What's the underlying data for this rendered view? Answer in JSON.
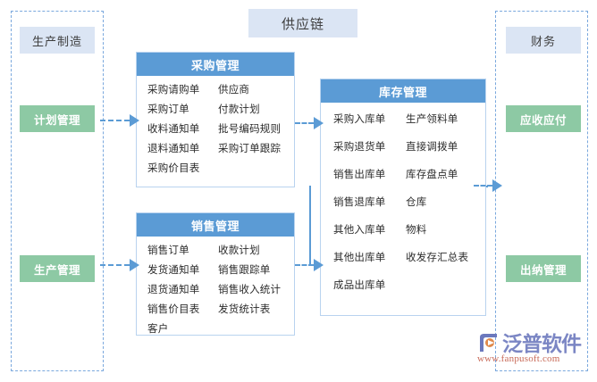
{
  "diagram": {
    "title": "供应链",
    "groups": {
      "production": {
        "label": "生产制造"
      },
      "finance": {
        "label": "财务"
      }
    },
    "green_modules": {
      "plan_management": "计划管理",
      "production_management": "生产管理",
      "receivable_payable": "应收应付",
      "cashier_management": "出纳管理"
    },
    "panels": {
      "purchase": {
        "header": "采购管理",
        "items": [
          "采购请购单",
          "供应商",
          "采购订单",
          "付款计划",
          "收料通知单",
          "批号编码规则",
          "退料通知单",
          "采购订单跟踪",
          "采购价目表",
          ""
        ]
      },
      "sales": {
        "header": "销售管理",
        "items": [
          "销售订单",
          "收款计划",
          "发货通知单",
          "销售跟踪单",
          "退货通知单",
          "销售收入统计",
          "销售价目表",
          "发货统计表",
          "客户",
          ""
        ]
      },
      "inventory": {
        "header": "库存管理",
        "items": [
          "采购入库单",
          "生产领料单",
          "采购退货单",
          "直接调拨单",
          "销售出库单",
          "库存盘点单",
          "销售退库单",
          "仓库",
          "其他入库单",
          "物料",
          "其他出库单",
          "收发存汇总表",
          "成品出库单",
          ""
        ]
      }
    },
    "arrows": {
      "plan_to_purchase": "计划管理 → 采购管理",
      "production_to_sales": "生产管理 → 销售管理",
      "purchase_to_inventory": "采购管理 → 库存管理",
      "sales_to_inventory": "销售管理 → 库存管理",
      "inventory_to_finance": "库存管理 → 财务"
    },
    "watermark": {
      "brand": "泛普软件",
      "url": "www.fanpusoft.com"
    },
    "colors": {
      "panel_header": "#5b9bd5",
      "panel_border": "#b9d3ef",
      "chip_blue": "#dbe5f4",
      "chip_green": "#8dc9a4",
      "arrow": "#5b9bd5",
      "group_border": "#7aa8dd",
      "watermark_brand": "#7b86c4",
      "watermark_url": "#c86a58"
    }
  }
}
